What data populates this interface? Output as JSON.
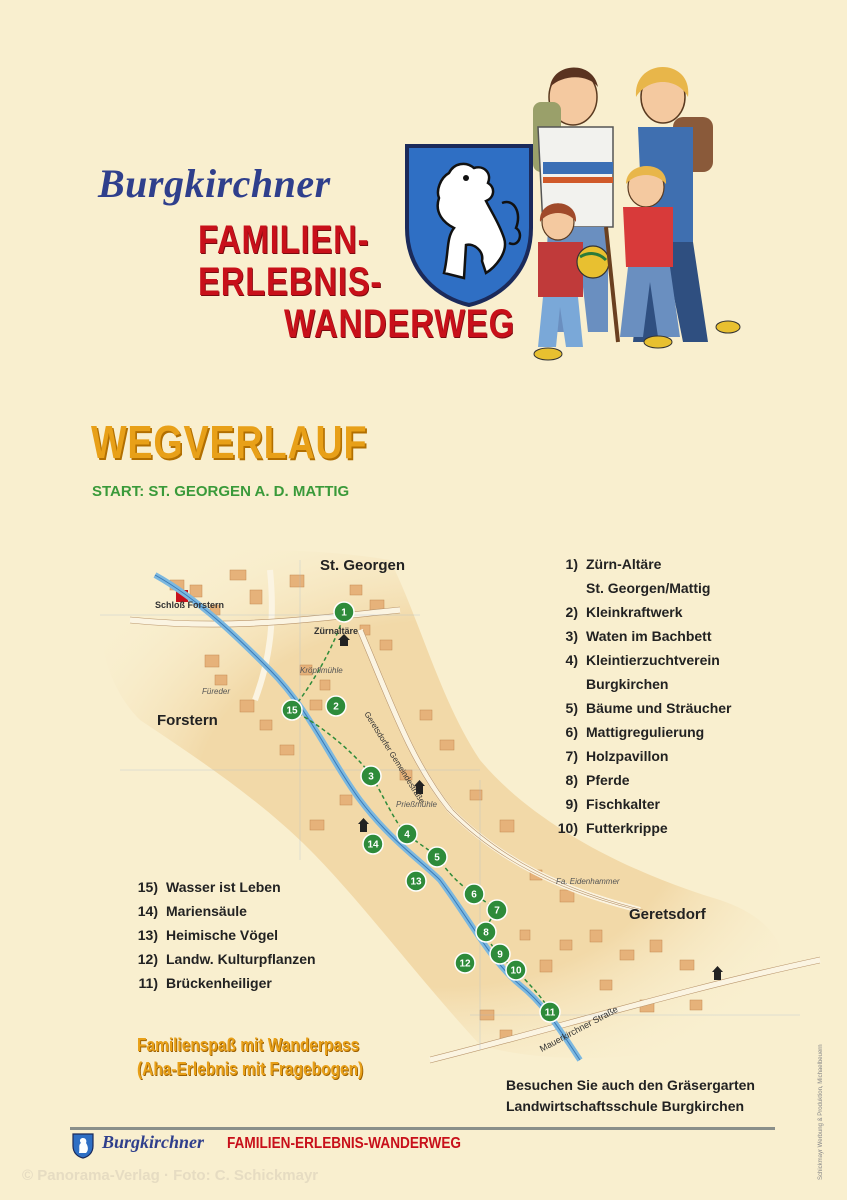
{
  "header": {
    "brand": "Burgkirchner",
    "line1": "FAMILIEN-",
    "line2": "ERLEBNIS-",
    "line3": "WANDERWEG"
  },
  "section": {
    "title": "WEGVERLAUF",
    "start": "START: ST. GEORGEN A. D. MATTIG"
  },
  "map": {
    "places": {
      "st_georgen": "St. Georgen",
      "forstern": "Forstern",
      "geretsdorf": "Geretsdorf"
    },
    "labels": {
      "schloss": "Schloß Forstern",
      "zuernaltaere": "Zürnaltäre",
      "kroepflmuehle": "Kröpflmühle",
      "fuereder": "Füreder",
      "priessmuehle": "Prießmühle",
      "road1": "Geretsdorfer Gemeindestraße",
      "road2": "Mauerkirchner Straße",
      "eidenhammer": "Fa. Eidenhammer"
    },
    "stops": [
      "1",
      "2",
      "3",
      "4",
      "5",
      "6",
      "7",
      "8",
      "9",
      "10",
      "11",
      "12",
      "13",
      "14",
      "15"
    ]
  },
  "legend_right": [
    {
      "num": "1)",
      "text": "Zürn-Altäre"
    },
    {
      "num": "",
      "text": "St. Georgen/Mattig"
    },
    {
      "num": "2)",
      "text": "Kleinkraftwerk"
    },
    {
      "num": "3)",
      "text": "Waten im Bachbett"
    },
    {
      "num": "4)",
      "text": "Kleintierzuchtverein"
    },
    {
      "num": "",
      "text": "Burgkirchen"
    },
    {
      "num": "5)",
      "text": "Bäume und Sträucher"
    },
    {
      "num": "6)",
      "text": "Mattigregulierung"
    },
    {
      "num": "7)",
      "text": "Holzpavillon"
    },
    {
      "num": "8)",
      "text": "Pferde"
    },
    {
      "num": "9)",
      "text": "Fischkalter"
    },
    {
      "num": "10)",
      "text": "Futterkrippe"
    }
  ],
  "legend_left": [
    {
      "num": "15)",
      "text": "Wasser ist Leben"
    },
    {
      "num": "14)",
      "text": "Mariensäule"
    },
    {
      "num": "13)",
      "text": "Heimische Vögel"
    },
    {
      "num": "12)",
      "text": "Landw. Kulturpflanzen"
    },
    {
      "num": "11)",
      "text": "Brückenheiliger"
    }
  ],
  "notes": {
    "spass1": "Familienspaß mit Wanderpass",
    "spass2": "(Aha-Erlebnis mit Fragebogen)",
    "besuch1": "Besuchen Sie auch den Gräsergarten",
    "besuch2": "Landwirtschaftsschule Burgkirchen"
  },
  "footer": {
    "brand": "Burgkirchner",
    "title": "FAMILIEN-ERLEBNIS-WANDERWEG",
    "copyright": "© Panorama-Verlag · Foto: C. Schickmayr",
    "credit": "Schickmayr Werbung & Produktion, Michaelbeuern"
  },
  "colors": {
    "background": "#f9efcf",
    "brand_blue": "#2f3f8c",
    "brand_red": "#c8101a",
    "orange": "#e8a018",
    "stop_green": "#2e8b3a",
    "river": "#7cb8df"
  }
}
